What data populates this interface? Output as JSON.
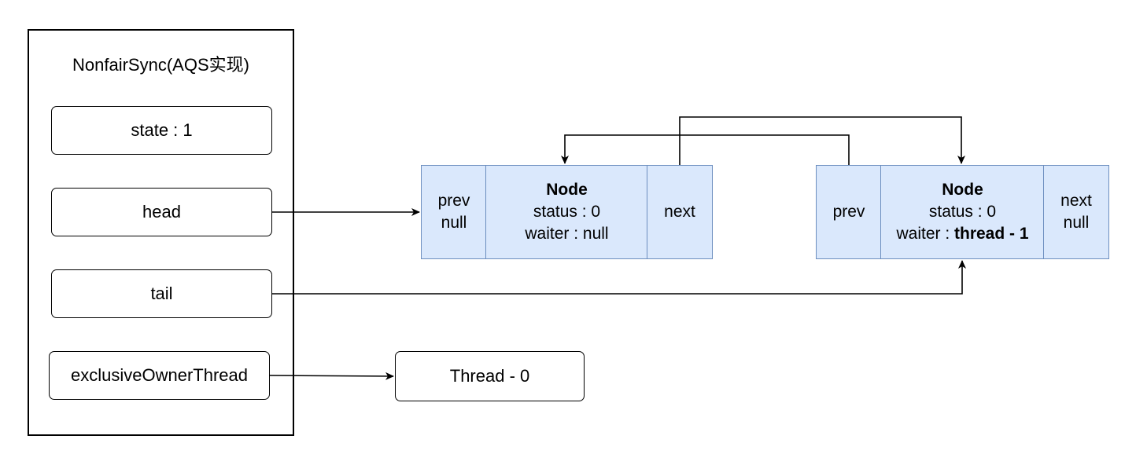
{
  "aqs": {
    "title": "NonfairSync(AQS实现)",
    "fields": {
      "state": "state : 1",
      "head": "head",
      "tail": "tail",
      "owner": "exclusiveOwnerThread"
    }
  },
  "head_node": {
    "prev_label": "prev",
    "prev_value": "null",
    "title": "Node",
    "status": "status : 0",
    "waiter": "waiter : null",
    "next_label": "next"
  },
  "tail_node": {
    "prev_label": "prev",
    "title": "Node",
    "status": "status : 0",
    "waiter_prefix": "waiter : ",
    "waiter_value": "thread - 1",
    "next_label": "next",
    "next_value": "null"
  },
  "owner_thread": "Thread - 0",
  "colors": {
    "node_fill": "#dae8fc",
    "node_stroke": "#6c8ebf",
    "line": "#000000"
  }
}
